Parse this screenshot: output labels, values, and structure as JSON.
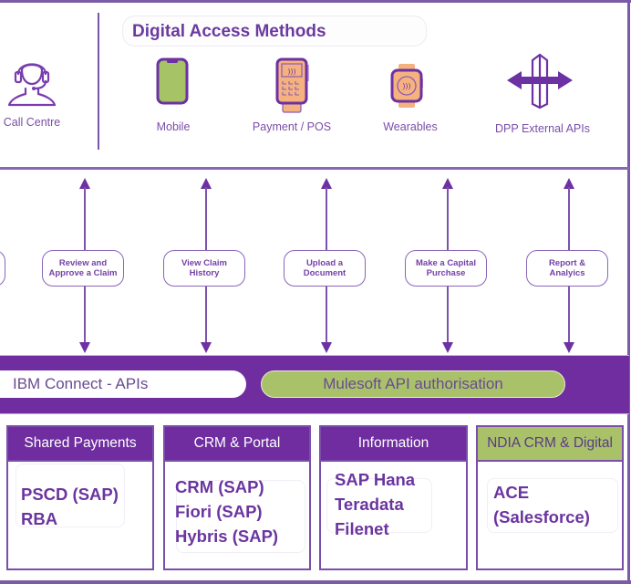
{
  "access_methods": {
    "title": "Digital Access Methods",
    "call_centre": {
      "label": "Call Centre",
      "icon": "headset-agent-icon"
    },
    "items": [
      {
        "label": "Mobile",
        "icon": "mobile-phone-icon"
      },
      {
        "label": "Payment / POS",
        "icon": "pos-terminal-icon"
      },
      {
        "label": "Wearables",
        "icon": "smartwatch-icon"
      },
      {
        "label": "DPP External APIs",
        "icon": "api-gateway-arrows-icon"
      }
    ]
  },
  "actions": [
    {
      "label": ""
    },
    {
      "label": "Review and Approve a Claim"
    },
    {
      "label": "View Claim History"
    },
    {
      "label": "Upload a Document"
    },
    {
      "label": "Make a Capital Purchase"
    },
    {
      "label": "Report & Analyics"
    }
  ],
  "integration": {
    "ibm": "IBM Connect - APIs",
    "mulesoft": "Mulesoft API authorisation"
  },
  "systems": [
    {
      "header": "Shared Payments",
      "items": [
        "PSCD (SAP)",
        "RBA"
      ]
    },
    {
      "header": "CRM & Portal",
      "items": [
        "CRM (SAP)",
        "Fiori (SAP)",
        "Hybris (SAP)"
      ]
    },
    {
      "header": "Information",
      "items": [
        "SAP Hana",
        "Teradata",
        "Filenet"
      ]
    },
    {
      "header": "NDIA CRM & Digital",
      "items": [
        "ACE",
        "(Salesforce)"
      ]
    }
  ],
  "colors": {
    "purple": "#6f2da0",
    "green": "#a9c26a",
    "orange": "#f5b27f",
    "phone_green": "#a6c466"
  }
}
